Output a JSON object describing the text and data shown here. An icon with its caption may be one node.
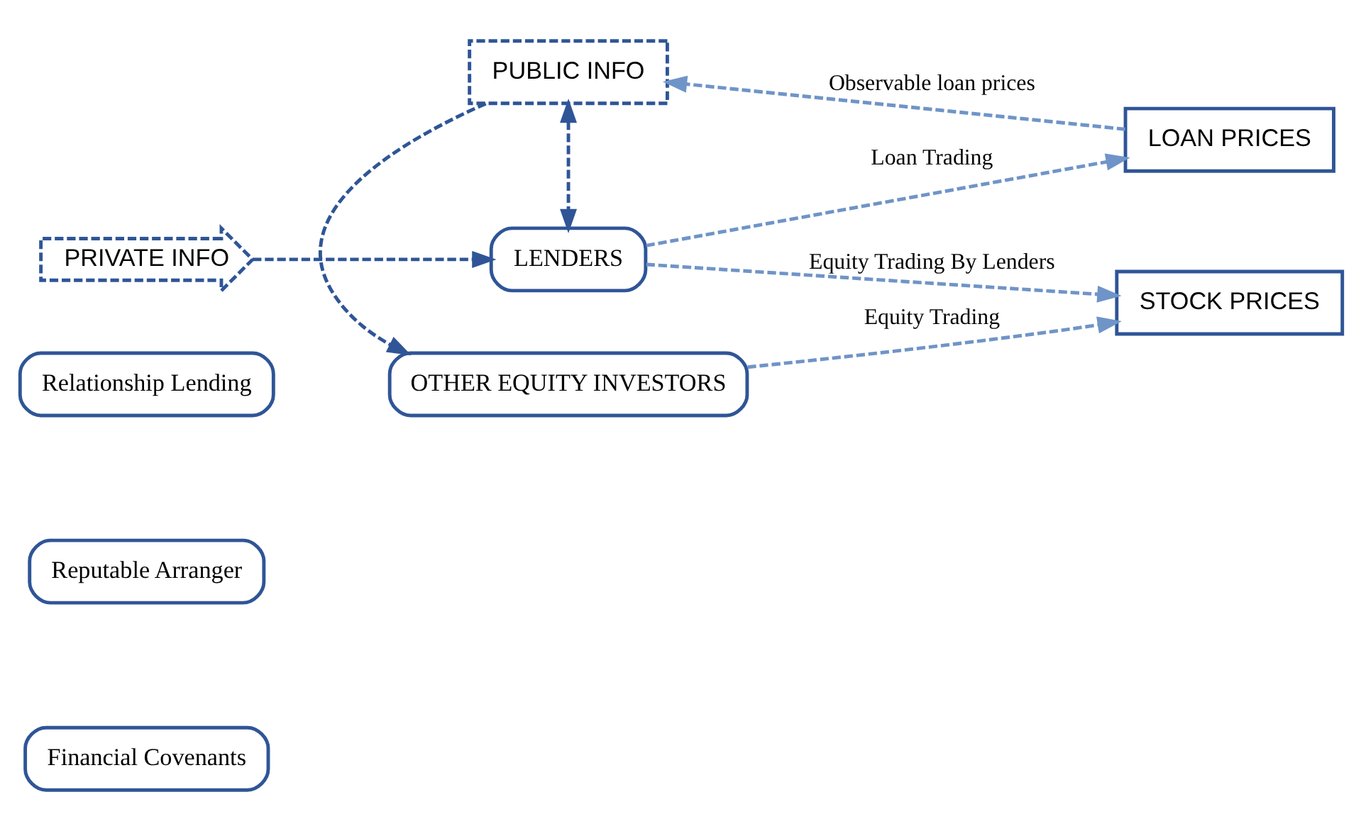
{
  "diagram": {
    "nodes": [
      {
        "text": [
          "Relationship Lending"
        ]
      },
      {
        "text": [
          "Reputable Arranger"
        ]
      },
      {
        "text": [
          "Financial Covenants"
        ]
      },
      {
        "text": [
          "PRIVATE INFO"
        ]
      },
      {
        "text": [
          "LENDERS"
        ]
      },
      {
        "text": [
          "LOAN PRICES"
        ]
      },
      {
        "text": [
          "PUBLIC INFO"
        ]
      },
      {
        "text": [
          "OTHER EQUITY INVESTORS"
        ]
      },
      {
        "text": [
          "STOCK PRICES"
        ]
      }
    ],
    "edges": [
      {
        "from": 3,
        "to": 4,
        "arrow": "to",
        "style": "dashed",
        "color": "#2f5597"
      },
      {
        "from": 4,
        "to": 5,
        "arrow": "to",
        "label": "Loan Trading",
        "style": "dashed"
      },
      {
        "from": 5,
        "to": 6,
        "arrow": "to",
        "label": "Observable loan prices",
        "style": "dashed"
      },
      {
        "from": 6,
        "to": 4,
        "arrow": "both",
        "style": "dashed",
        "color": "#2f5597"
      },
      {
        "from": 6,
        "to": 7,
        "arrow": "to",
        "style": "dashed",
        "color": "#2f5597"
      },
      {
        "from": 4,
        "to": 8,
        "arrow": "to",
        "label": "Equity Trading By Lenders",
        "style": "dashed"
      },
      {
        "from": 7,
        "to": 8,
        "arrow": "to",
        "label": "Equity Trading",
        "style": "dashed"
      }
    ]
  }
}
